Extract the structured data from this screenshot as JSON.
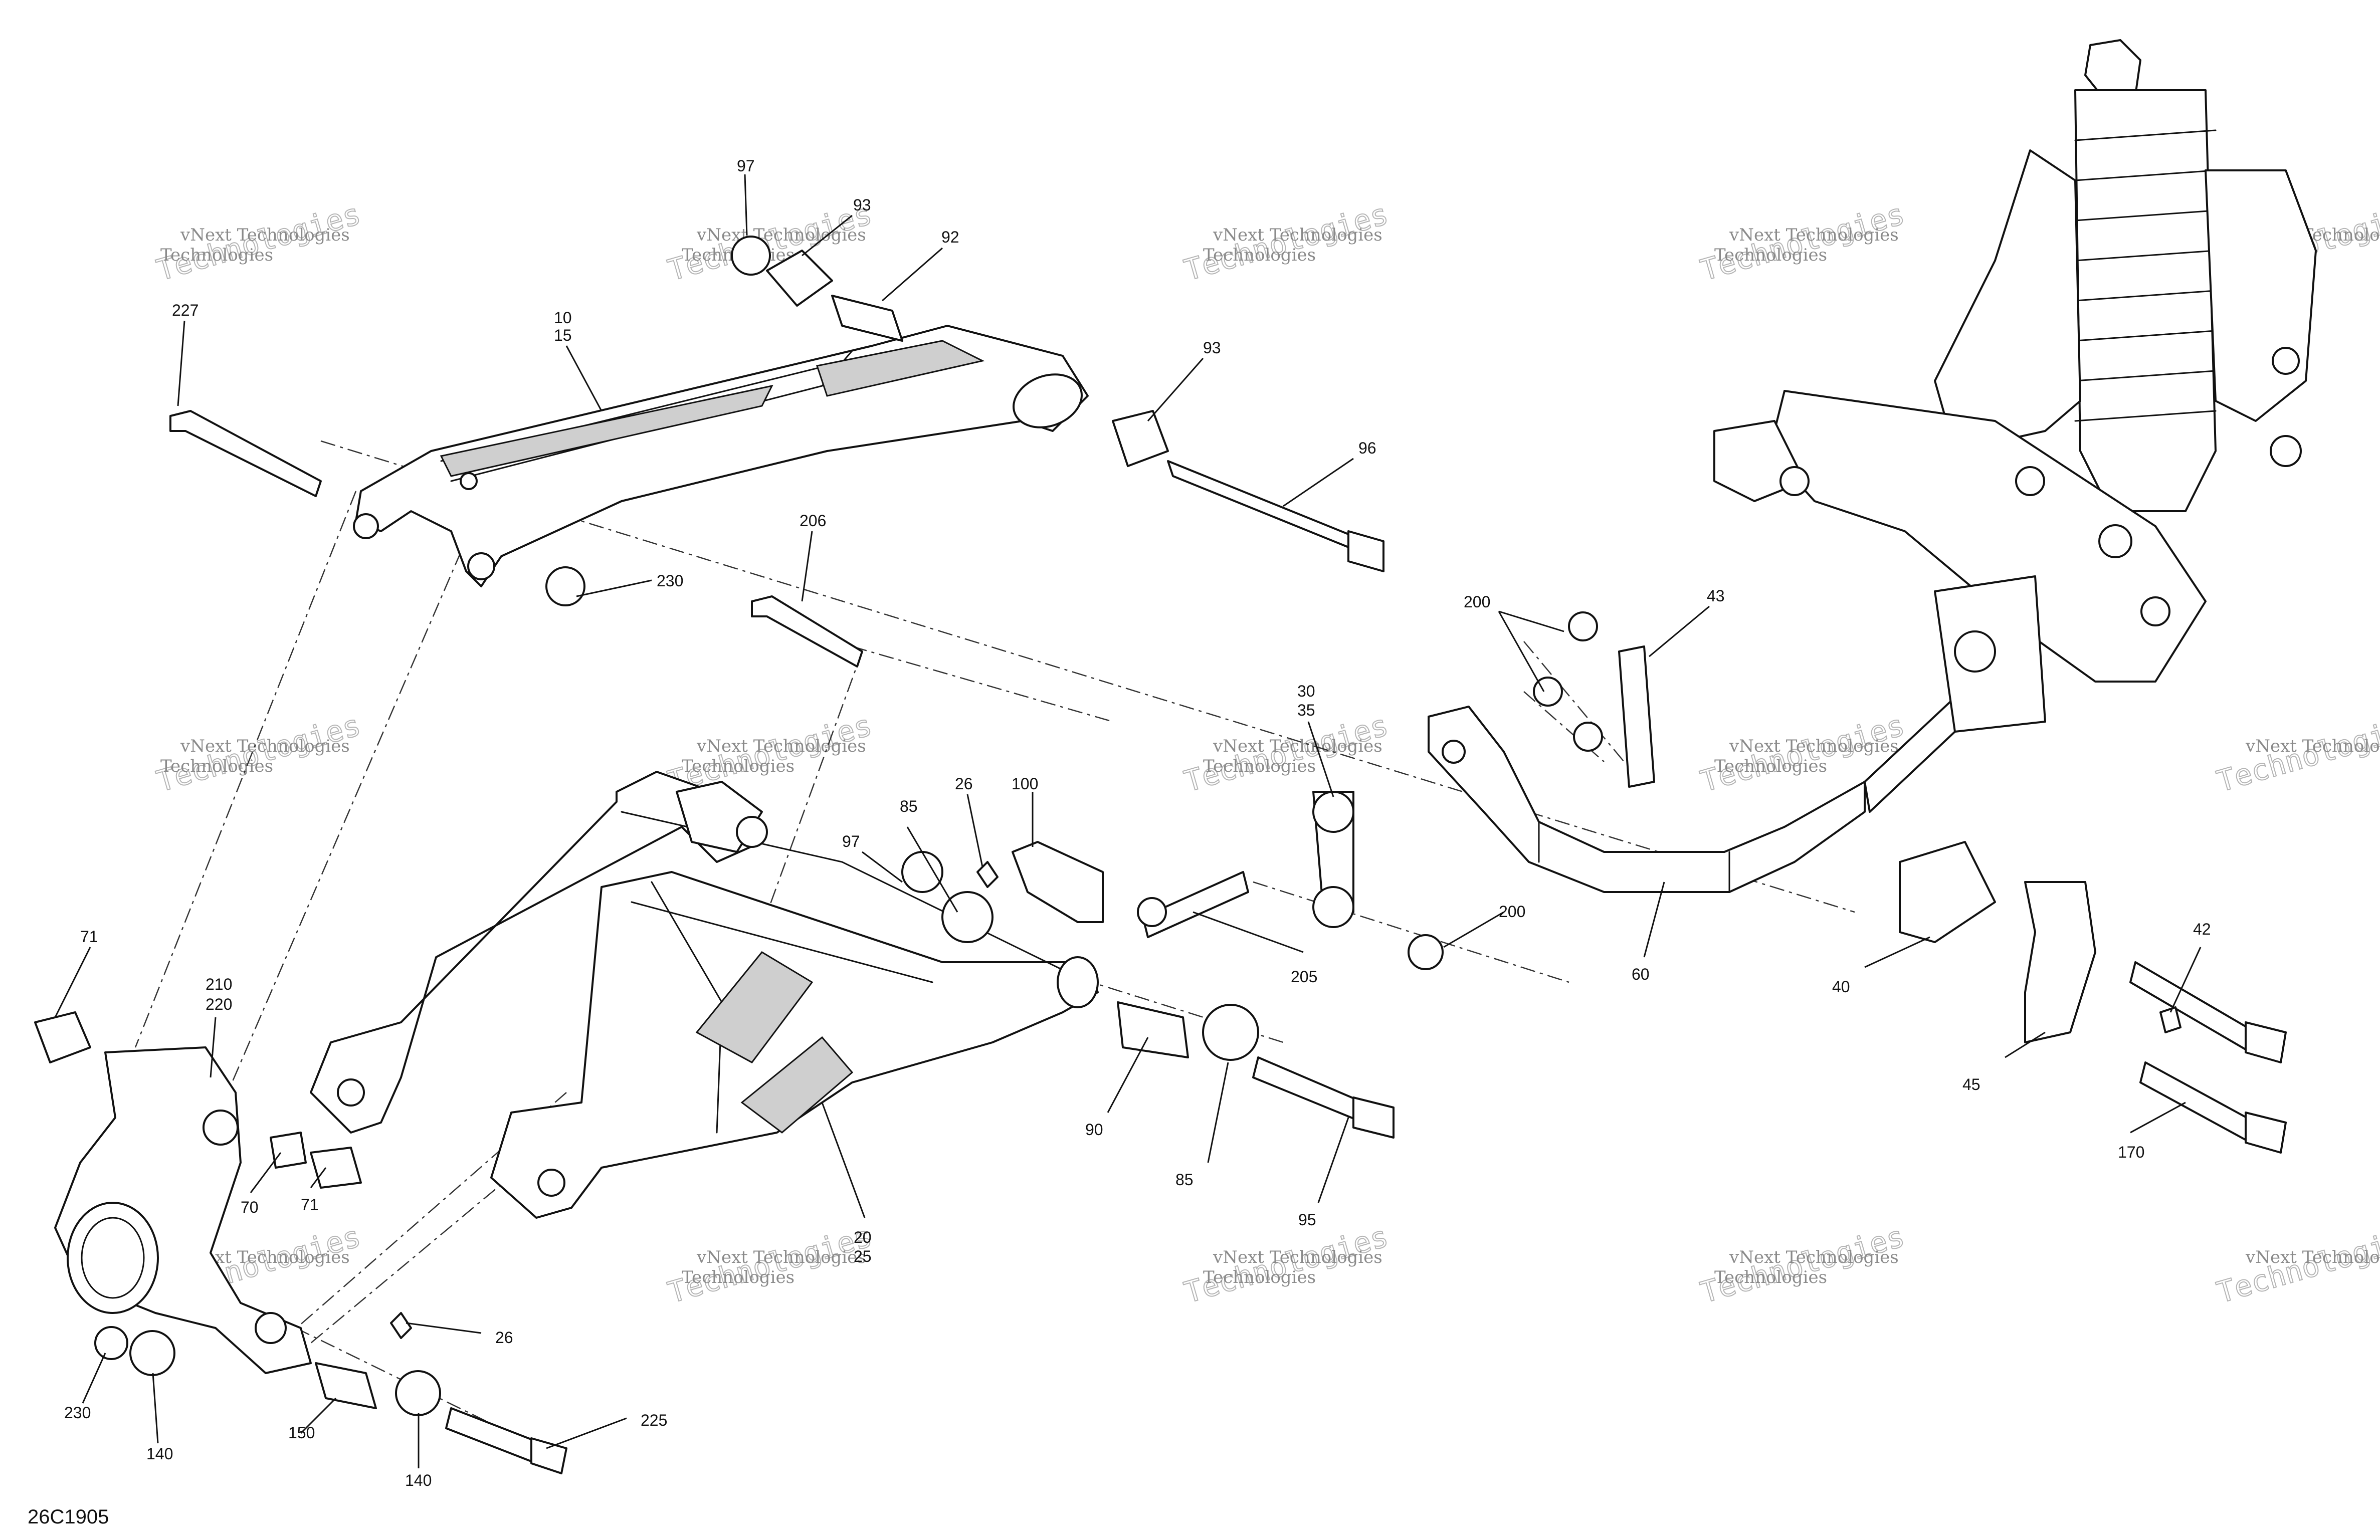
{
  "drawing": {
    "document_number": "26C1905",
    "watermark": {
      "line1": "vNext Technologies",
      "line2": "Technologies",
      "small": "vNext"
    }
  },
  "callouts": {
    "c97_top": "97",
    "c93_top": "93",
    "c92": "92",
    "c10_15": "10\n15",
    "c227": "227",
    "c93_mid": "93",
    "c96": "96",
    "c230_top": "230",
    "c206": "206",
    "c43": "43",
    "c200_top": "200",
    "c30_35": "30\n35",
    "c26_mid": "26",
    "c100": "100",
    "c85_top": "85",
    "c97_mid": "97",
    "c71_top": "71",
    "c210_220": "210\n220",
    "c200_bot": "200",
    "c205": "205",
    "c60": "60",
    "c42": "42",
    "c40": "40",
    "c45": "45",
    "c170": "170",
    "c90": "90",
    "c85_bot": "85",
    "c95": "95",
    "c20_25": "20\n25",
    "c70": "70",
    "c71_bot": "71",
    "c26_bot": "26",
    "c225": "225",
    "c230_bot": "230",
    "c140_left": "140",
    "c150": "150",
    "c140_bot": "140"
  }
}
